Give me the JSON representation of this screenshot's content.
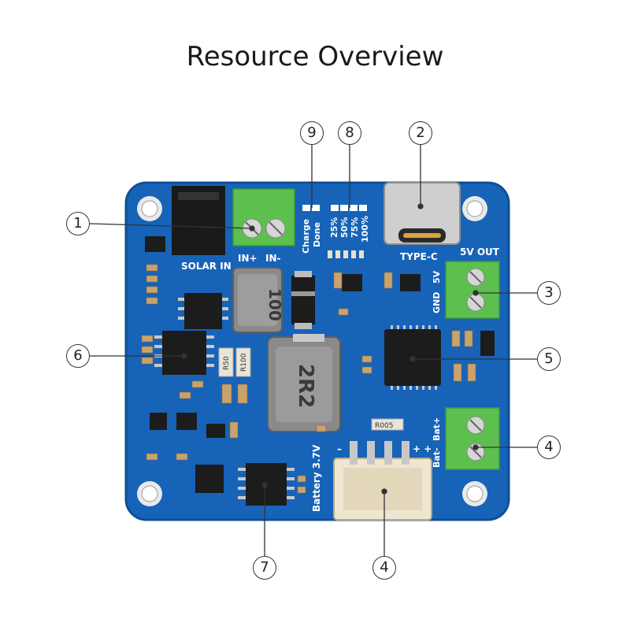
{
  "title": "Resource Overview",
  "callouts": [
    {
      "label": "1",
      "name": "solar-input-terminal"
    },
    {
      "label": "2",
      "name": "usb-type-c-port"
    },
    {
      "label": "3",
      "name": "5v-output-terminal"
    },
    {
      "label": "4",
      "name": "battery-terminal"
    },
    {
      "label": "5",
      "name": "controller-chip"
    },
    {
      "label": "6",
      "name": "charger-ic"
    },
    {
      "label": "7",
      "name": "protection-ic"
    },
    {
      "label": "8",
      "name": "battery-level-leds"
    },
    {
      "label": "9",
      "name": "charge-status-leds"
    }
  ],
  "silkscreen": {
    "solar_in": "SOLAR IN",
    "in_plus": "IN+",
    "in_minus": "IN-",
    "charge": "Charge",
    "done": "Done",
    "p25": "25%",
    "p50": "50%",
    "p75": "75%",
    "p100": "100%",
    "type_c": "TYPE-C",
    "five_v_out": "5V OUT",
    "five_v": "5V",
    "gnd": "GND",
    "bat_minus": "Bat-",
    "bat_plus": "Bat+",
    "battery_37v": "Battery 3.7V",
    "minus": "–",
    "plus_plus": "+ +",
    "r50": "R50",
    "r100": "R100",
    "r005": "R005",
    "inductor_small": "100",
    "inductor_large": "2R2"
  },
  "colors": {
    "pcb": "#1763b8",
    "pcb_dark": "#0e4f99",
    "terminal": "#5cbf4e",
    "ic": "#1c1c1c",
    "inductor": "#8a8a8a"
  }
}
